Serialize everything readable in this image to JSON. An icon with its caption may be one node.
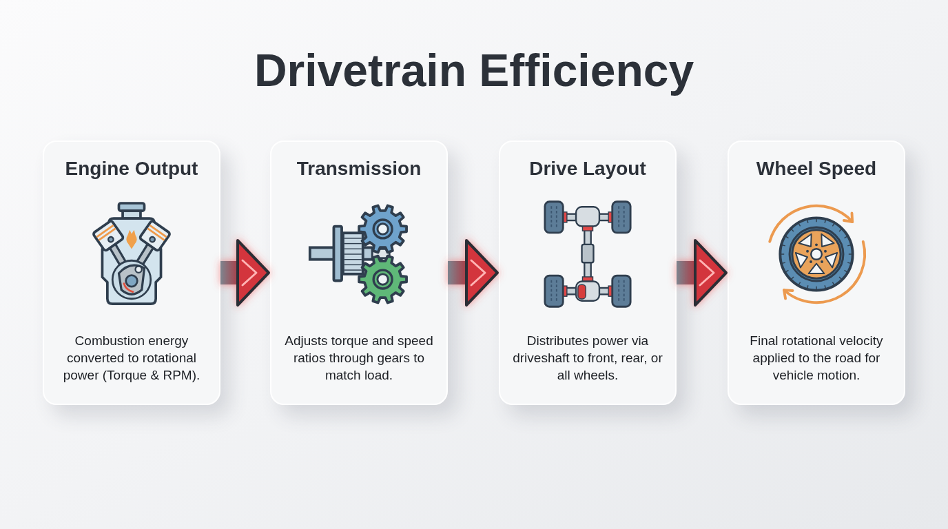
{
  "diagram": {
    "title": "Drivetrain Efficiency",
    "nodes": [
      {
        "text": [
          "Engine Output",
          "Combustion energy converted to rotational power (Torque & RPM)."
        ]
      },
      {
        "text": [
          "Transmission",
          "Adjusts torque and speed ratios through gears to match load."
        ]
      },
      {
        "text": [
          "Drive Layout",
          "Distributes power via driveshaft to front, rear, or all wheels."
        ]
      },
      {
        "text": [
          "Wheel Speed",
          "Final rotational velocity applied to the road for vehicle motion."
        ]
      }
    ],
    "edges": [
      {
        "from": 0,
        "to": 1,
        "arrow": "to"
      },
      {
        "from": 1,
        "to": 2,
        "arrow": "to"
      },
      {
        "from": 2,
        "to": 3,
        "arrow": "to"
      }
    ]
  }
}
